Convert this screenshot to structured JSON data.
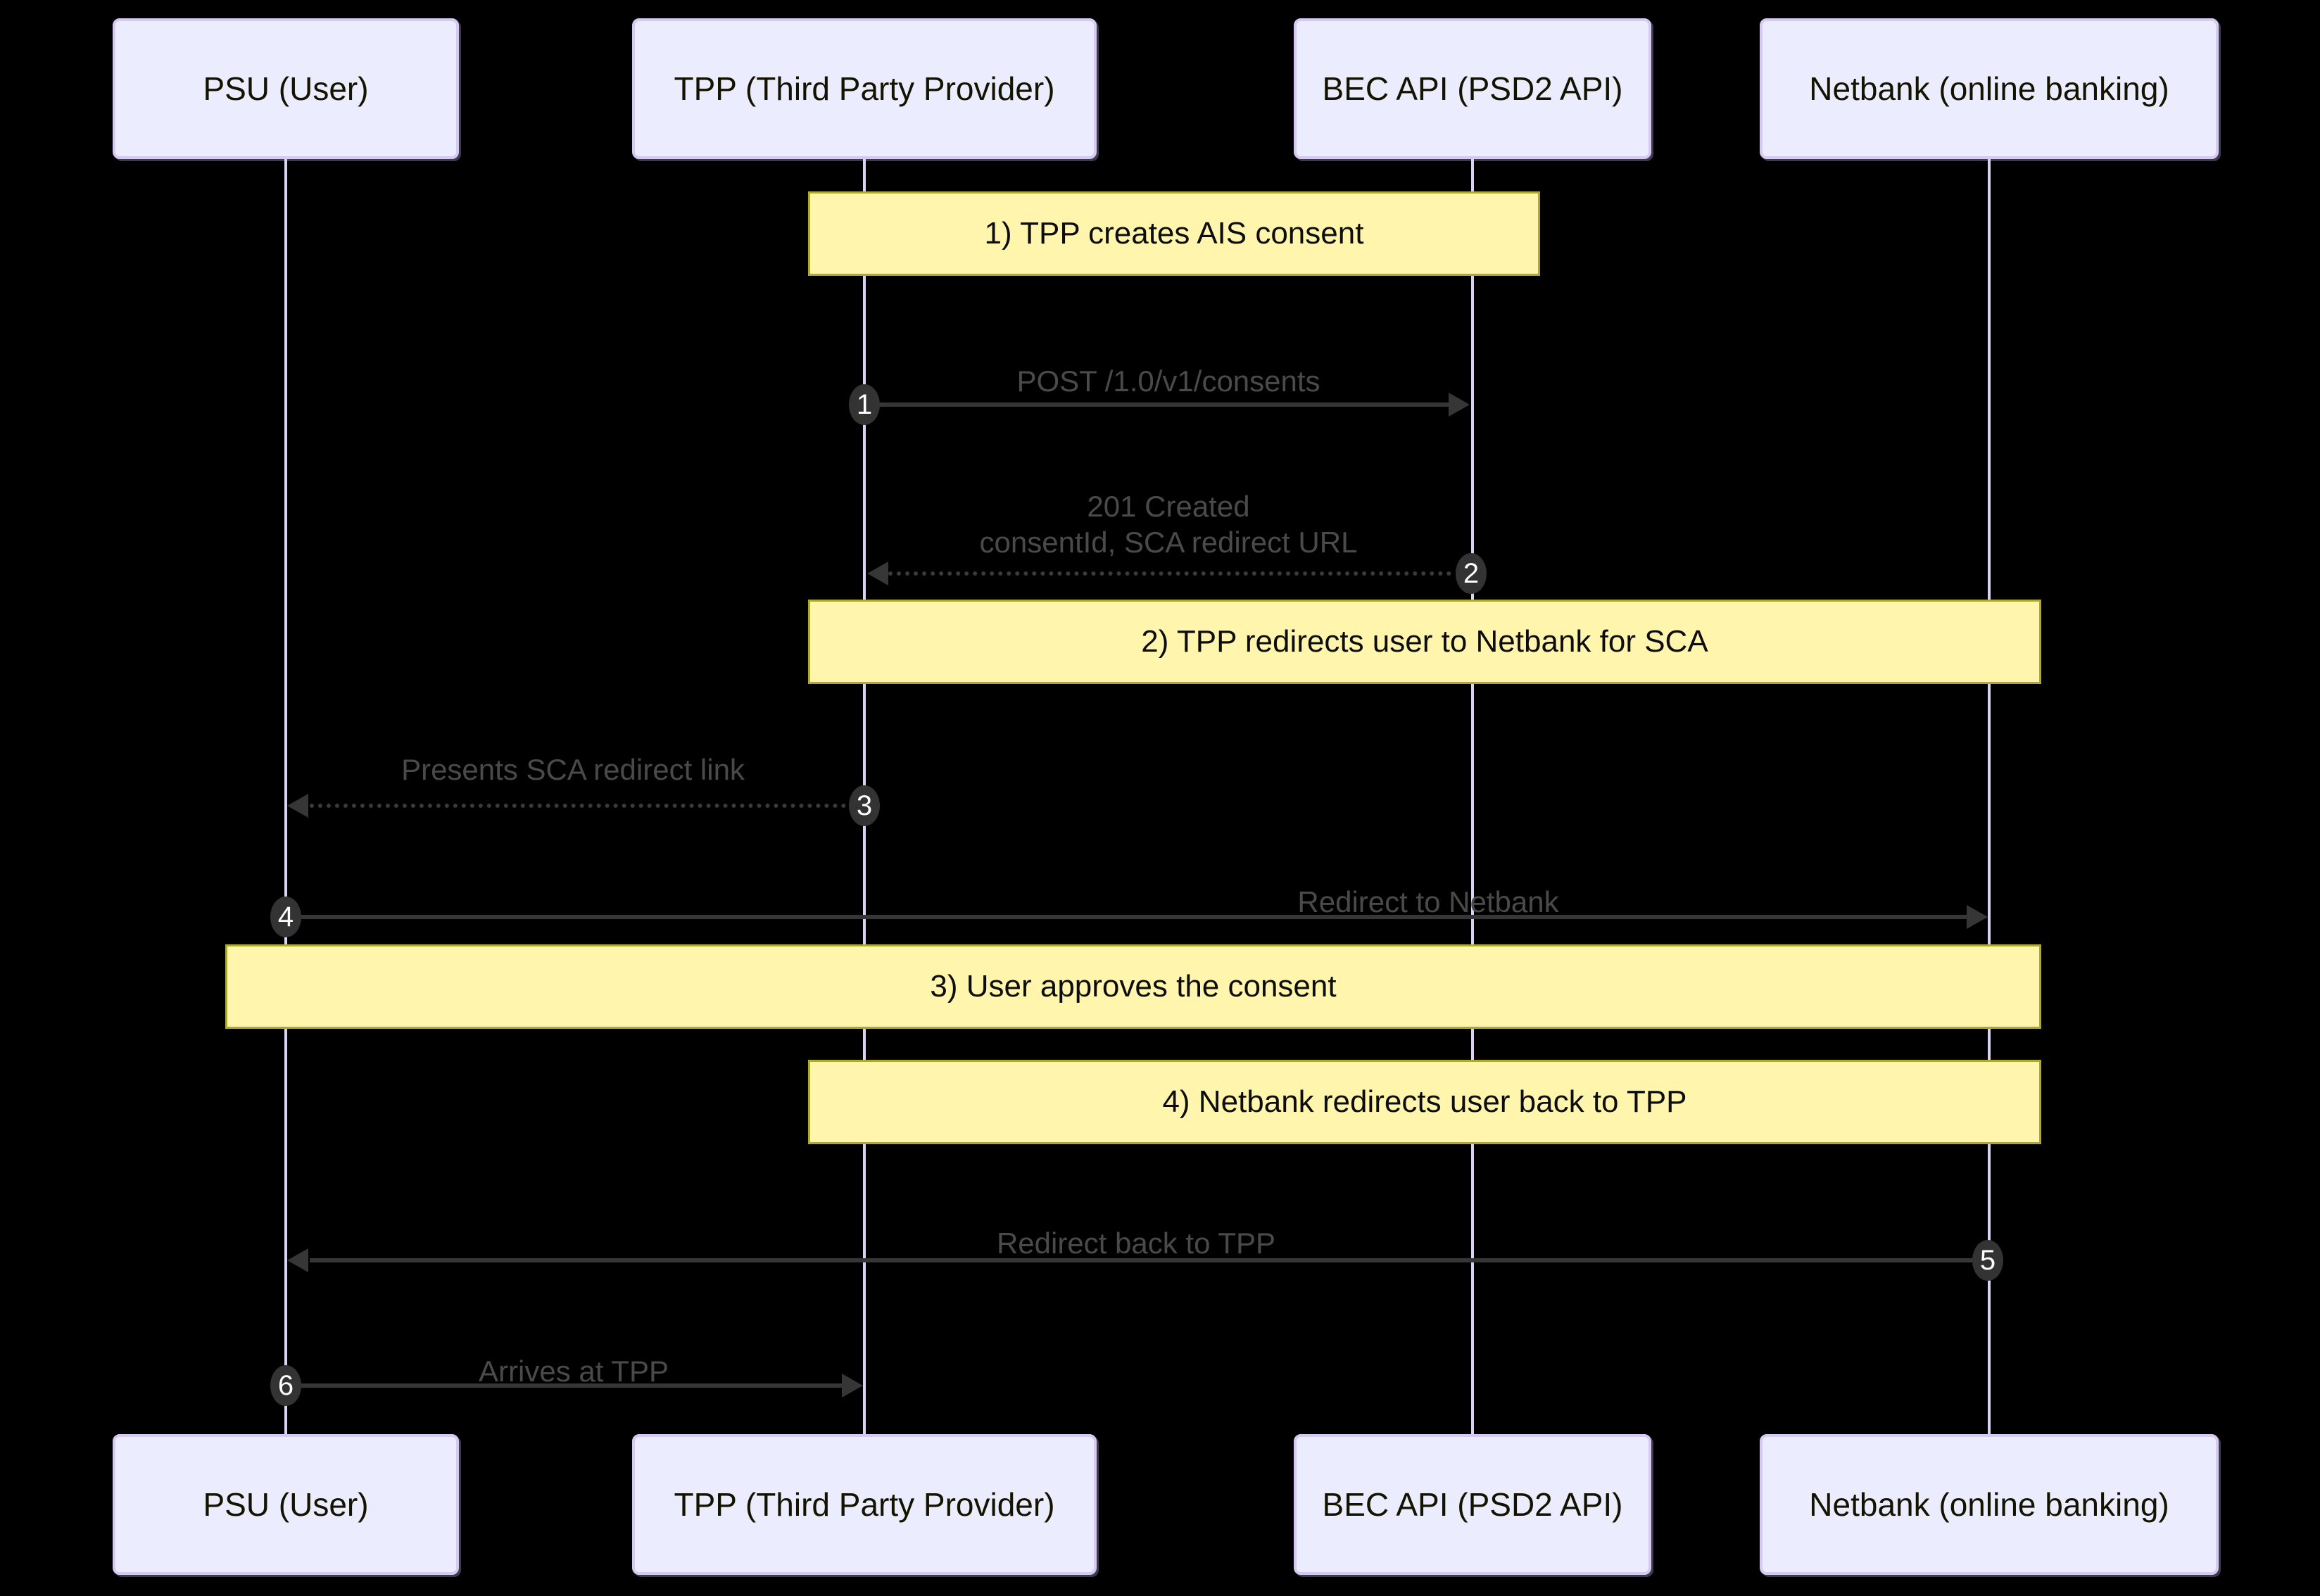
{
  "diagram": {
    "type": "sequence-diagram",
    "title": "PSD2 AIS consent redirect flow",
    "background_color": "#000000",
    "participant_fill": "#ECECFF",
    "participant_border": "#D6C9F4",
    "note_fill": "#FFF5AD",
    "note_border": "#AEA92F",
    "arrow_color": "#363636",
    "label_color": "#4a4a4a",
    "badge_color": "#333333"
  },
  "participants": [
    {
      "id": "psu",
      "label": "PSU (User)"
    },
    {
      "id": "tpp",
      "label": "TPP (Third Party Provider)"
    },
    {
      "id": "bec",
      "label": "BEC API (PSD2 API)"
    },
    {
      "id": "netbank",
      "label": "Netbank (online banking)"
    }
  ],
  "notes": [
    {
      "id": "note1",
      "text": "1) TPP creates AIS consent",
      "span": "tpp-bec"
    },
    {
      "id": "note2",
      "text": "2) TPP redirects user to Netbank for SCA",
      "span": "tpp-netbank"
    },
    {
      "id": "note3",
      "text": "3) User approves the consent",
      "span": "psu-netbank"
    },
    {
      "id": "note4",
      "text": "4) Netbank redirects user back to TPP",
      "span": "tpp-netbank"
    }
  ],
  "messages": [
    {
      "seq": "1",
      "label": "POST /1.0/v1/consents",
      "from": "tpp",
      "to": "bec",
      "direction": "right",
      "style": "solid"
    },
    {
      "seq": "2",
      "label": "201 Created\nconsentId, SCA redirect URL",
      "from": "bec",
      "to": "tpp",
      "direction": "left",
      "style": "dotted"
    },
    {
      "seq": "3",
      "label": "Presents SCA redirect link",
      "from": "tpp",
      "to": "psu",
      "direction": "left",
      "style": "dotted"
    },
    {
      "seq": "4",
      "label": "Redirect to Netbank",
      "from": "psu",
      "to": "netbank",
      "direction": "right",
      "style": "solid"
    },
    {
      "seq": "5",
      "label": "Redirect back to TPP",
      "from": "netbank",
      "to": "psu",
      "direction": "left",
      "style": "solid"
    },
    {
      "seq": "6",
      "label": "Arrives at TPP",
      "from": "psu",
      "to": "tpp",
      "direction": "right",
      "style": "solid"
    }
  ]
}
